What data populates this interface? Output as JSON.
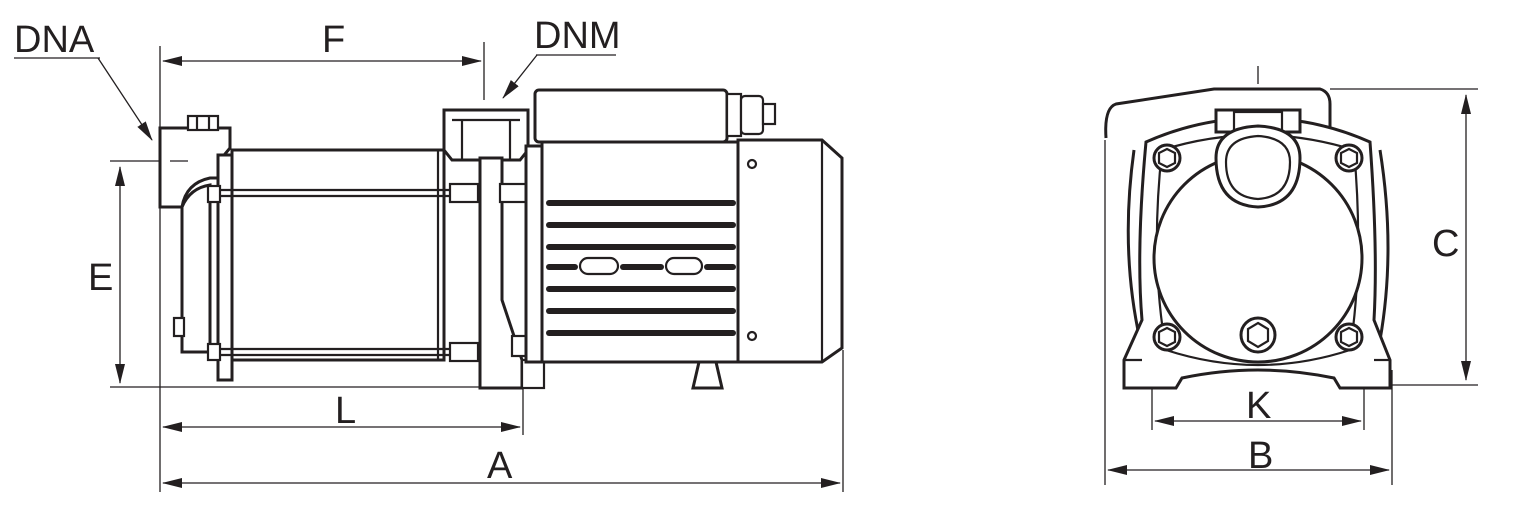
{
  "side_view": {
    "labels": {
      "dna": "DNA",
      "dnm": "DNM",
      "f": "F",
      "e": "E",
      "l": "L",
      "a": "A"
    }
  },
  "front_view": {
    "labels": {
      "c": "C",
      "k": "K",
      "b": "B"
    }
  },
  "colors": {
    "ink": "#231f20",
    "background": "#ffffff"
  }
}
